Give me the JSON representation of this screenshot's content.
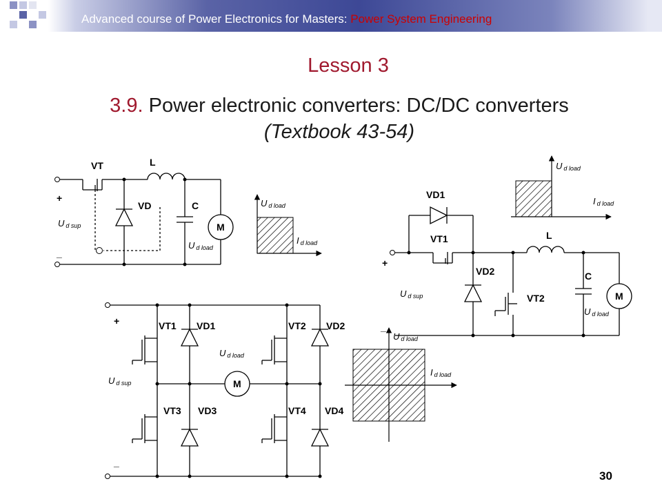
{
  "header": {
    "course_prefix": "Advanced course of Power Electronics for Masters: ",
    "course_topic": "Power System Engineering"
  },
  "lesson": "Lesson 3",
  "title": {
    "number": "3.9.",
    "text": " Power electronic converters: DC/DC converters",
    "textbook": "(Textbook 43-54)"
  },
  "page_number": "30",
  "colors": {
    "accent": "#a0192e",
    "banner_dark": "#3d4896",
    "banner_highlight": "#cc0000"
  },
  "circuit_buck": {
    "labels": {
      "vt": "VT",
      "l": "L",
      "vd": "VD",
      "c": "C",
      "motor": "M",
      "plus": "+",
      "minus": "_"
    },
    "u_sup": {
      "main": "U",
      "sub": "d sup"
    },
    "u_load": {
      "main": "U",
      "sub": "d load"
    }
  },
  "quadrant_1": {
    "y_axis": {
      "main": "U",
      "sub": "d load"
    },
    "x_axis": {
      "main": "I",
      "sub": "d load"
    }
  },
  "circuit_two_switch": {
    "labels": {
      "vd1": "VD1",
      "vt1": "VT1",
      "vd2": "VD2",
      "vt2": "VT2",
      "l": "L",
      "c": "C",
      "motor": "M",
      "plus": "+"
    },
    "u_sup": {
      "main": "U",
      "sub": "d sup"
    },
    "u_load": {
      "main": "U",
      "sub": "d load"
    }
  },
  "quadrant_2": {
    "y_axis": {
      "main": "U",
      "sub": "d load"
    },
    "x_axis": {
      "main": "I",
      "sub": "d load"
    }
  },
  "circuit_h_bridge": {
    "labels": {
      "vt1": "VT1",
      "vd1": "VD1",
      "vt2": "VT2",
      "vd2": "VD2",
      "vt3": "VT3",
      "vd3": "VD3",
      "vt4": "VT4",
      "vd4": "VD4",
      "motor": "M",
      "plus": "+",
      "minus": "_"
    },
    "u_sup": {
      "main": "U",
      "sub": "d sup"
    },
    "u_load": {
      "main": "U",
      "sub": "d load"
    }
  },
  "quadrant_4": {
    "y_axis": {
      "main": "U",
      "sub": "d load"
    },
    "x_axis": {
      "main": "I",
      "sub": "d load"
    },
    "minus": "_"
  }
}
